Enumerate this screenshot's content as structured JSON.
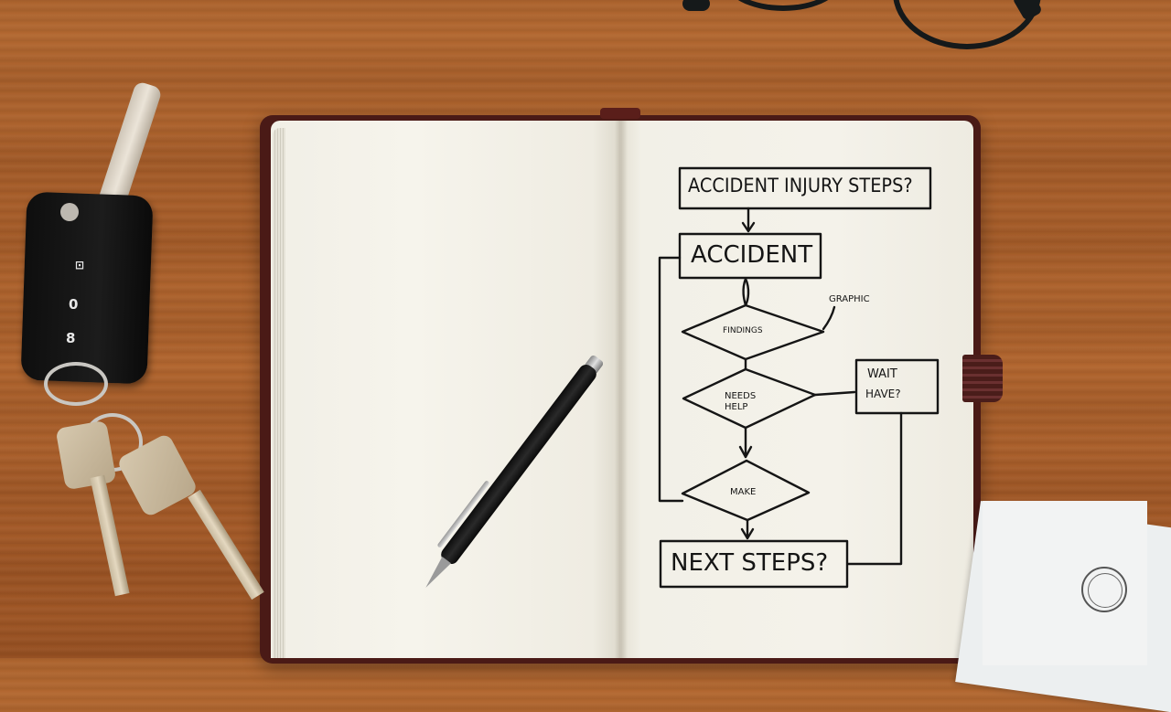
{
  "scene": {
    "description": "Top-down photo of an open notebook on a wooden desk with a hand-drawn flowchart, a pen, car keys, glasses and papers",
    "colors": {
      "desk_wood": "#a95f2b",
      "notebook_cover": "#4a1a16",
      "page": "#f3f1e9",
      "ink": "#151515",
      "pen": "#1a1a1a",
      "key_fob": "#111111"
    }
  },
  "flowchart": {
    "title_box": "ACCIDENT INJURY STEPS?",
    "start_box": "ACCIDENT",
    "side_note": "GRAPHIC",
    "decision_1": "FINDINGS",
    "decision_2": "NEEDS HELP",
    "side_box_line1": "WAIT",
    "side_box_line2": "HAVE?",
    "decision_3": "MAKE",
    "end_box": "NEXT STEPS?"
  },
  "key_fob": {
    "buttons": [
      "trunk",
      "unlock",
      "lock"
    ],
    "button_glyphs": [
      "⊡",
      "0",
      "8"
    ]
  },
  "objects": [
    "eyeglasses",
    "notebook",
    "pen",
    "car-keys",
    "papers-with-seal"
  ]
}
